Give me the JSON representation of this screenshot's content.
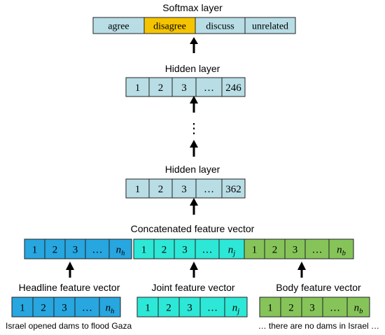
{
  "softmax": {
    "title": "Softmax layer",
    "cells": [
      "agree",
      "disagree",
      "discuss",
      "unrelated"
    ],
    "highlight": "disagree"
  },
  "hidden_top": {
    "title": "Hidden layer",
    "cells": [
      "1",
      "2",
      "3",
      "…",
      "246"
    ]
  },
  "vertical_ellipsis": "⋮",
  "hidden_bottom": {
    "title": "Hidden layer",
    "cells": [
      "1",
      "2",
      "3",
      "…",
      "362"
    ]
  },
  "concat": {
    "title": "Concatenated feature vector",
    "groups": [
      {
        "cells": [
          "1",
          "2",
          "3",
          "…"
        ],
        "last": {
          "base": "n",
          "sub": "h"
        }
      },
      {
        "cells": [
          "1",
          "2",
          "3",
          "…"
        ],
        "last": {
          "base": "n",
          "sub": "j"
        }
      },
      {
        "cells": [
          "1",
          "2",
          "3",
          "…"
        ],
        "last": {
          "base": "n",
          "sub": "b"
        }
      }
    ]
  },
  "features": [
    {
      "title": "Headline feature vector",
      "cells": [
        "1",
        "2",
        "3",
        "…"
      ],
      "last": {
        "base": "n",
        "sub": "h"
      },
      "caption": "Israel opened dams to flood Gaza"
    },
    {
      "title": "Joint feature vector",
      "cells": [
        "1",
        "2",
        "3",
        "…"
      ],
      "last": {
        "base": "n",
        "sub": "j"
      },
      "caption": ""
    },
    {
      "title": "Body feature vector",
      "cells": [
        "1",
        "2",
        "3",
        "…"
      ],
      "last": {
        "base": "n",
        "sub": "b"
      },
      "caption": "… there are no dams in Israel …"
    }
  ],
  "colors": {
    "layer_fill": "#b8dde5",
    "highlight_fill": "#f5c400",
    "headline_fill": "#27a6e0",
    "joint_fill": "#2de8d6",
    "body_fill": "#86c45a",
    "border": "#222222",
    "arrow": "#000000",
    "text": "#000000"
  }
}
